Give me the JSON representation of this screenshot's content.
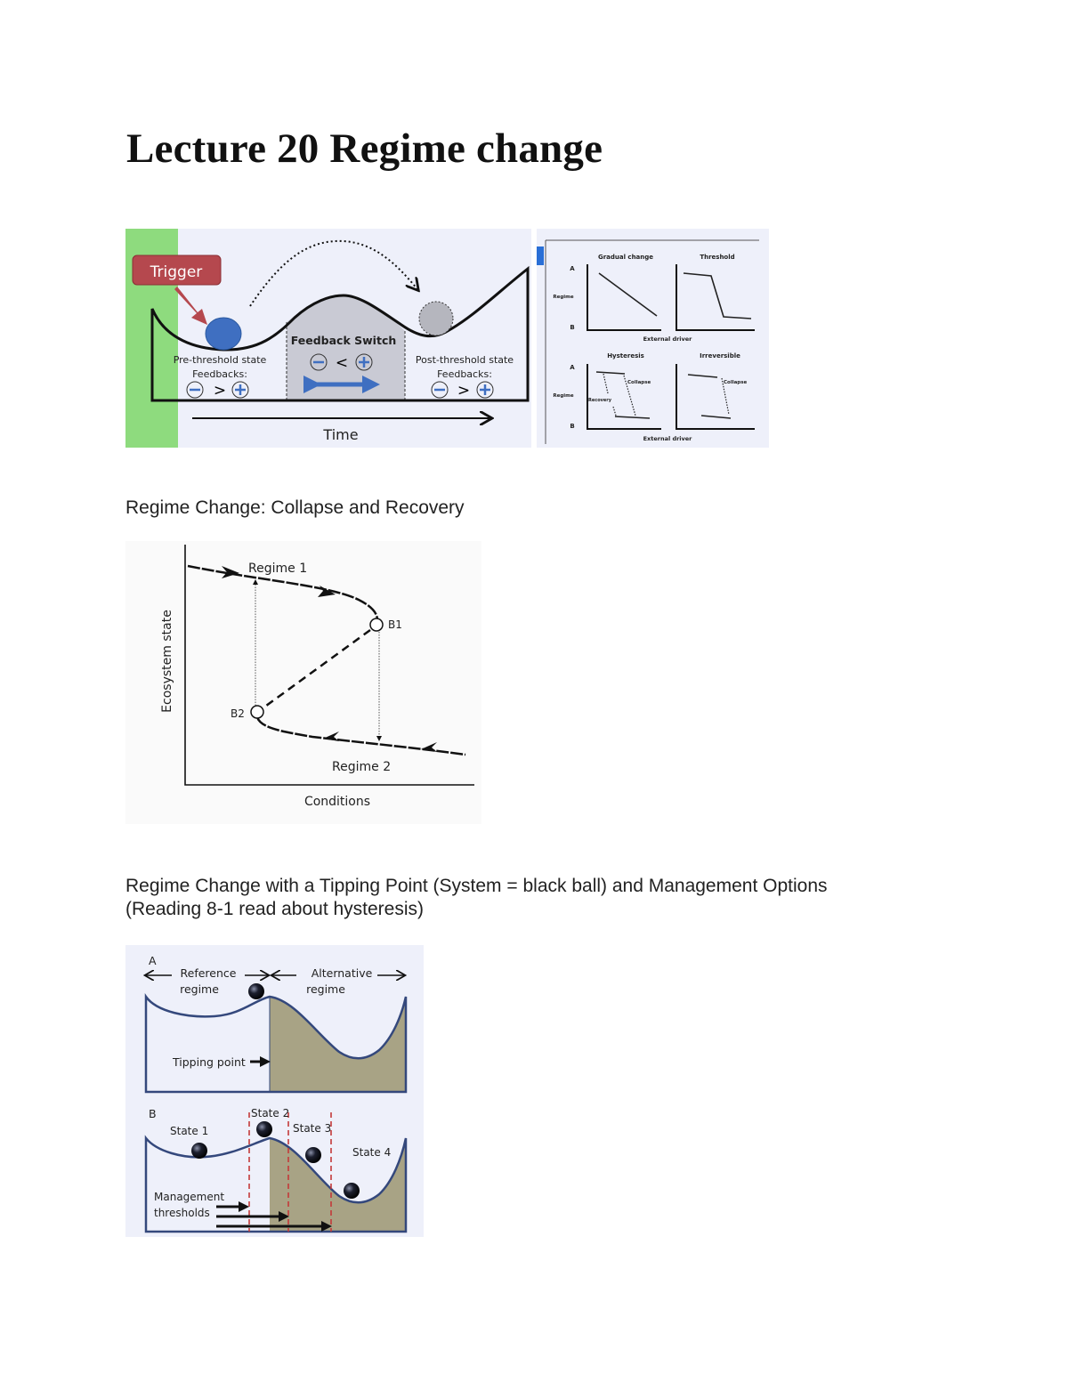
{
  "title": "Lecture 20 Regime change",
  "figure1": {
    "trigger": "Trigger",
    "feedback_switch": "Feedback Switch",
    "pre_state": "Pre-threshold state",
    "post_state": "Post-threshold state",
    "feedbacks": "Feedbacks:",
    "gt": ">",
    "lt": "<",
    "time": "Time",
    "colors": {
      "green": "#8edb7e",
      "trigger": "#b5484e",
      "ball": "#3f6fc1",
      "switch": "#c9cad4"
    }
  },
  "figure2": {
    "gradual": "Gradual change",
    "threshold": "Threshold",
    "hysteresis": "Hysteresis",
    "irreversible": "Irreversible",
    "a": "A",
    "b": "B",
    "regime": "Regime",
    "external_driver": "External driver",
    "collapse": "Collapse",
    "recovery": "Recovery"
  },
  "caption1": "Regime Change: Collapse and Recovery",
  "figure3": {
    "regime1": "Regime 1",
    "regime2": "Regime 2",
    "b1": "B1",
    "b2": "B2",
    "xlabel": "Conditions",
    "ylabel": "Ecosystem state"
  },
  "caption2_line1": "Regime Change with a Tipping Point (System = black ball) and Management Options",
  "caption2_line2": "(Reading 8-1 read about hysteresis)",
  "figure4": {
    "panel_a": "A",
    "panel_b": "B",
    "reference": "Reference",
    "alternative": "Alternative",
    "regime": "regime",
    "tipping_point": "Tipping point",
    "state1": "State 1",
    "state2": "State 2",
    "state3": "State 3",
    "state4": "State 4",
    "management": "Management",
    "thresholds": "thresholds",
    "colors": {
      "shade": "#a8a385",
      "curve": "#34487c",
      "threshold_line": "#c43a3a"
    }
  }
}
